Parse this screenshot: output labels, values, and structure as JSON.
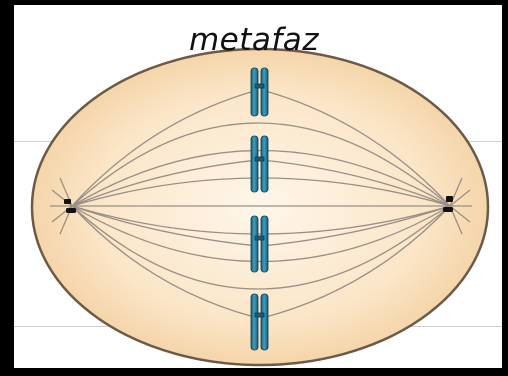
{
  "figure": {
    "title": "metafaz",
    "colors": {
      "cell_fill_center": "#fdf1e0",
      "cell_fill_edge": "#f5d3a9",
      "cell_outline": "#6b5a48",
      "spindle": "#9a8f86",
      "chromosome": "#2e86a7",
      "chromosome_dark": "#1b5a74",
      "centrosome": "#111111",
      "frame": "#000000"
    },
    "chromosomes": [
      {
        "name": "chromosome-1"
      },
      {
        "name": "chromosome-2"
      },
      {
        "name": "chromosome-3"
      },
      {
        "name": "chromosome-4"
      }
    ]
  }
}
